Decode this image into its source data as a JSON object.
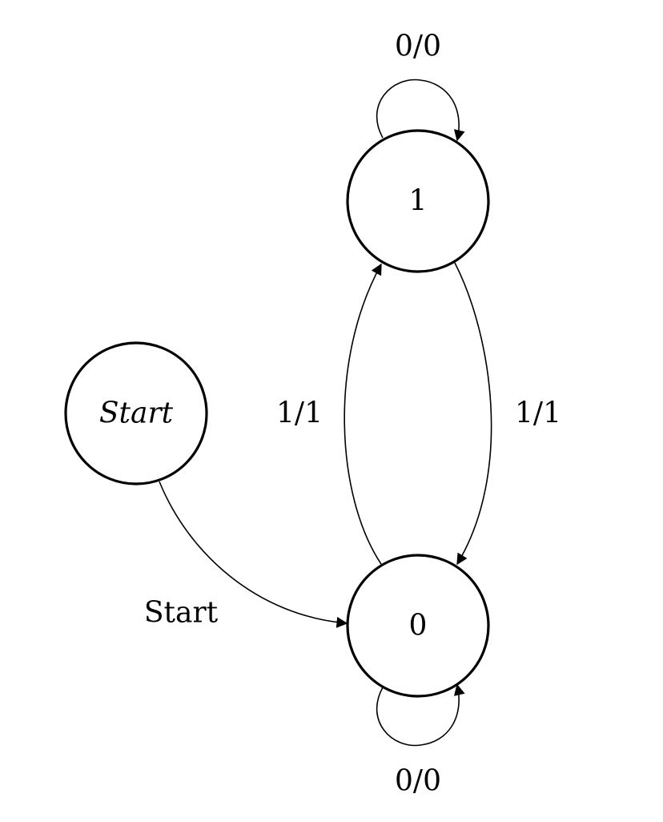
{
  "diagram": {
    "states": [
      {
        "id": "start",
        "label": "Start",
        "italic": true
      },
      {
        "id": "s1",
        "label": "1"
      },
      {
        "id": "s0",
        "label": "0"
      }
    ],
    "transitions": [
      {
        "from": "s1",
        "to": "s1",
        "label": "0/0"
      },
      {
        "from": "s1",
        "to": "s0",
        "label": "1/1"
      },
      {
        "from": "s0",
        "to": "s1",
        "label": "1/1"
      },
      {
        "from": "start",
        "to": "s0",
        "label": "Start"
      },
      {
        "from": "s0",
        "to": "s0",
        "label": "0/0"
      }
    ]
  }
}
